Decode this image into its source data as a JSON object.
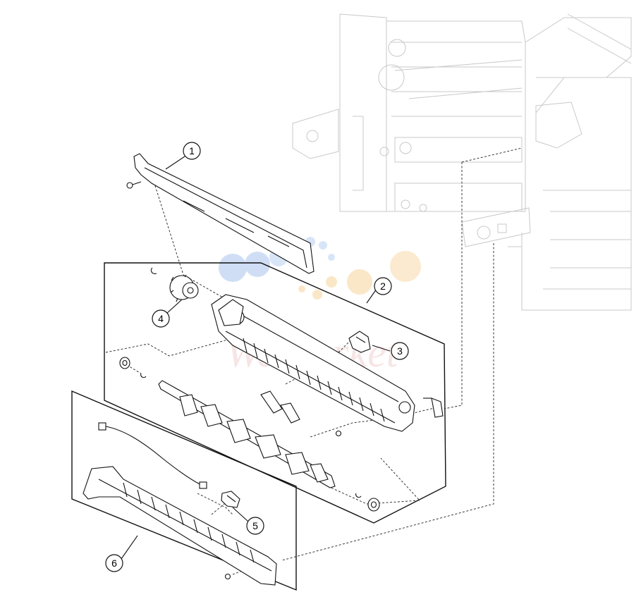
{
  "callouts": [
    {
      "id": "1",
      "label": "1"
    },
    {
      "id": "2",
      "label": "2"
    },
    {
      "id": "3",
      "label": "3"
    },
    {
      "id": "4",
      "label": "4"
    },
    {
      "id": "5",
      "label": "5"
    },
    {
      "id": "6",
      "label": "6"
    }
  ],
  "watermark": {
    "text": "WeMarket",
    "dot_colors": [
      "#aac4ee",
      "#b9d0f2",
      "#f7d59a",
      "#f9d9a8"
    ]
  }
}
